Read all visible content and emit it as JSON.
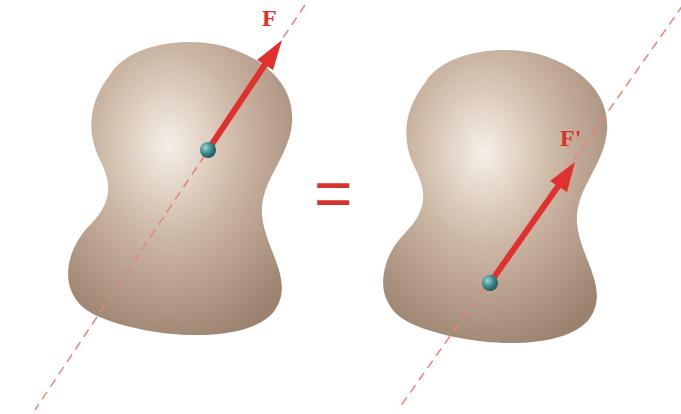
{
  "diagram": {
    "labels": [
      "F",
      "F'",
      "="
    ]
  }
}
